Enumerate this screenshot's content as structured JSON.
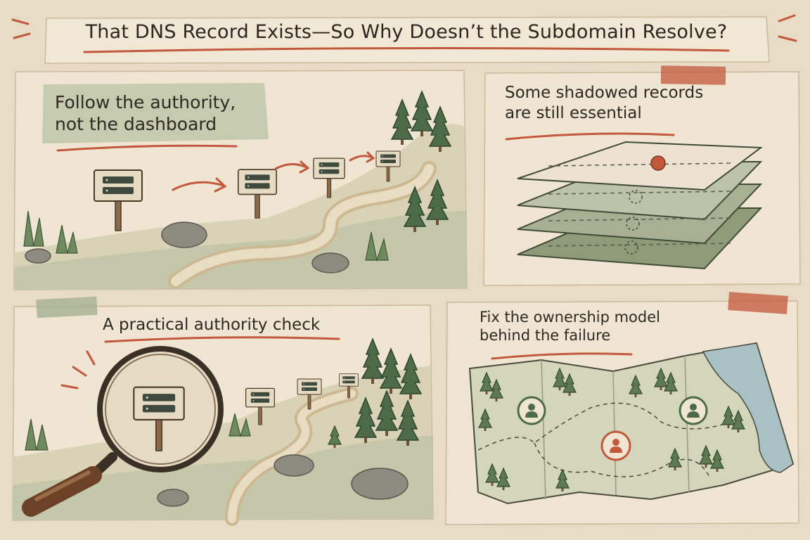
{
  "title": "That DNS Record Exists—So Why Doesn’t the Subdomain Resolve?",
  "panels": [
    {
      "id": "panel-1",
      "caption_line1": "Follow the authority,",
      "caption_line2": "not the dashboard"
    },
    {
      "id": "panel-2",
      "caption_line1": "Some shadowed records",
      "caption_line2": "are still essential"
    },
    {
      "id": "panel-3",
      "caption_line1": "A practical authority check"
    },
    {
      "id": "panel-4",
      "caption_line1": "Fix the ownership model",
      "caption_line2": "behind the failure"
    }
  ],
  "colors": {
    "paper": "#efe5d2",
    "background": "#e9dcc6",
    "accent_red": "#c2583c",
    "sage": "#a9b394",
    "forest": "#4d6b46",
    "sign_dark": "#3e4a3d",
    "ink": "#2d2a24"
  },
  "icons": [
    "signpost-icon",
    "arrow-icon",
    "tree-icon",
    "rock-icon",
    "magnifier-icon",
    "map-icon",
    "person-icon",
    "layers-icon"
  ]
}
